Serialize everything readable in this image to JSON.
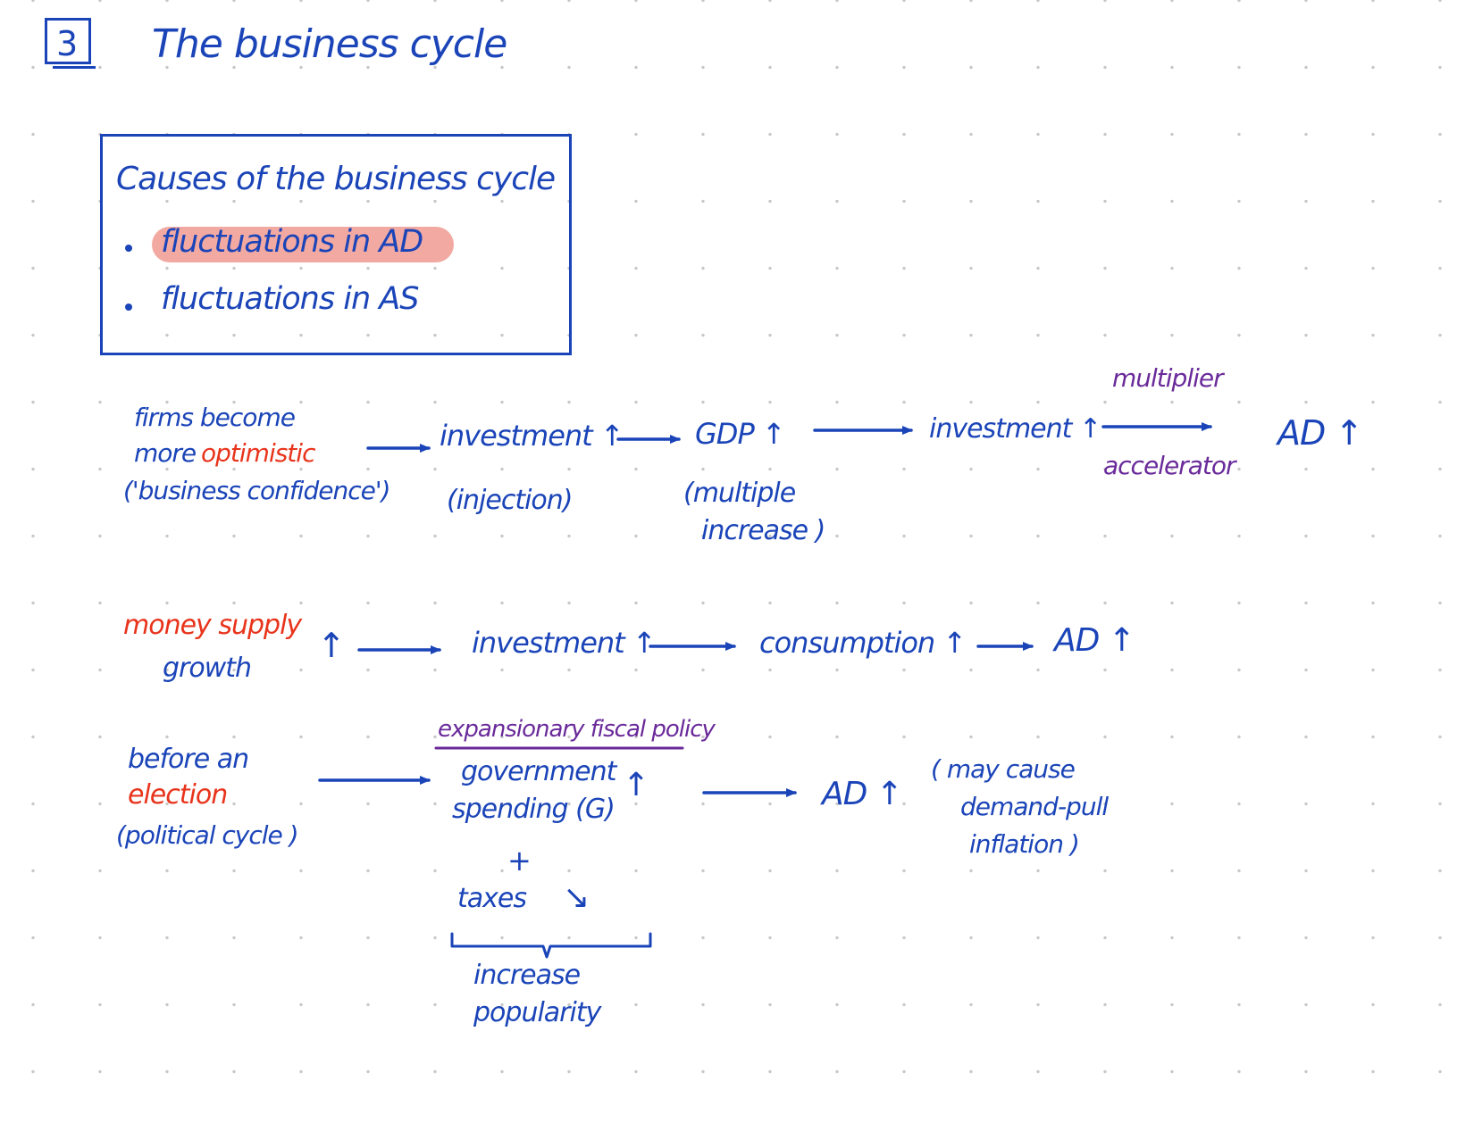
{
  "title": {
    "number": "3",
    "text": "The business cycle"
  },
  "causes_box": {
    "heading": "Causes of the business cycle",
    "items": [
      "fluctuations in AD",
      "fluctuations in AS"
    ]
  },
  "chain1": {
    "start_line1": "firms become",
    "start_line2_prefix": "more",
    "start_line2_highlight": "optimistic",
    "start_line3": "('business confidence')",
    "step1": "investment ↑",
    "step1_note": "(injection)",
    "step2": "GDP ↑",
    "step2_note_line1": "(multiple",
    "step2_note_line2": "increase )",
    "step3": "investment ↑",
    "arrow_above": "multiplier",
    "arrow_below": "accelerator",
    "end": "AD ↑"
  },
  "chain2": {
    "start_line1": "money supply",
    "start_line2": "growth",
    "start_arrow": "↑",
    "step1": "investment ↑",
    "step2": "consumption ↑",
    "end": "AD ↑"
  },
  "chain3": {
    "start_line1": "before an",
    "start_line2": "election",
    "start_line3": "(political cycle )",
    "policy_label": "expansionary fiscal policy",
    "gov_line1": "government",
    "gov_line2": "spending (G)",
    "gov_arrow": "↑",
    "plus": "+",
    "taxes": "taxes",
    "taxes_arrow": "↘",
    "brace_line1": "increase",
    "brace_line2": "popularity",
    "end": "AD ↑",
    "note_line1": "( may cause",
    "note_line2": "demand-pull",
    "note_line3": "inflation )"
  },
  "colors": {
    "ink_blue": "#1a44b8",
    "ink_red": "#e8341c",
    "ink_purple": "#6a2a9a",
    "highlight": "#f2a9a1"
  }
}
